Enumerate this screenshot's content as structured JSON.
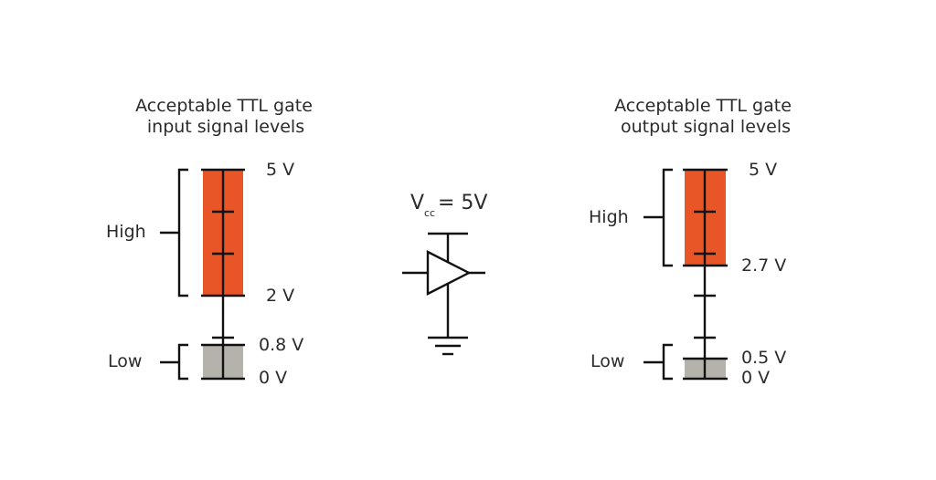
{
  "colors": {
    "high_band": "#e85527",
    "low_band": "#b5b2ac",
    "line": "#111111",
    "text": "#2b2b2b"
  },
  "input_panel": {
    "title_line1": "Acceptable TTL gate",
    "title_line2": "input signal levels",
    "high_label": "High",
    "low_label": "Low",
    "levels": {
      "top": "5 V",
      "high_min": "2 V",
      "low_max": "0.8 V",
      "bottom": "0 V"
    }
  },
  "gate": {
    "vcc_symbol": "V",
    "vcc_subscript": "cc",
    "vcc_value": "= 5V",
    "symbol": "buffer-gate-icon",
    "ground": "ground-icon"
  },
  "output_panel": {
    "title_line1": "Acceptable TTL gate",
    "title_line2": "output signal levels",
    "high_label": "High",
    "low_label": "Low",
    "levels": {
      "top": "5 V",
      "high_min": "2.7 V",
      "low_max": "0.5 V",
      "bottom": "0 V"
    }
  }
}
